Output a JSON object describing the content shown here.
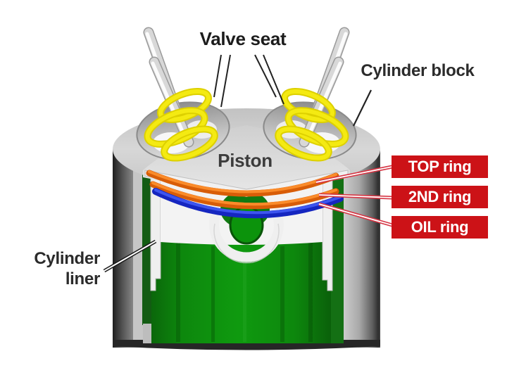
{
  "diagram": {
    "labels": {
      "valve_seat": "Valve seat",
      "cylinder_block": "Cylinder block",
      "piston": "Piston",
      "cylinder_liner_line1": "Cylinder",
      "cylinder_liner_line2": "liner"
    },
    "ring_callouts": [
      {
        "label": "TOP ring"
      },
      {
        "label": "2ND ring"
      },
      {
        "label": "OIL ring"
      }
    ],
    "colors": {
      "callout_box_red": "#cc1217",
      "callout_leader_red": "#d63645",
      "compression_ring_orange": "#ed6f12",
      "oil_ring_blue": "#1c2fd4",
      "valve_seat_yellow": "#efe70b",
      "cylinder_liner_dark_green": "#135c13",
      "interior_green": "#0c8c0c",
      "block_gray": "#cdcdcd",
      "label_text": "#222222",
      "callout_text": "#ffffff"
    }
  }
}
